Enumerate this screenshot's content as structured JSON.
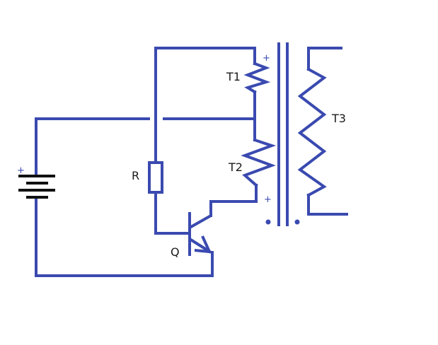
{
  "colors": {
    "stroke": "#3a4ab0",
    "label": "#1a1a1a",
    "background": "#ffffff"
  },
  "labels": {
    "t1": "T1",
    "t2": "T2",
    "t3": "T3",
    "r": "R",
    "q": "Q",
    "battery_plus": "+",
    "t1_plus": "+",
    "t2_plus": "+"
  },
  "icons": {
    "battery": "battery-icon",
    "resistor": "resistor-icon",
    "transistor": "npn-transistor-icon",
    "transformer_core": "transformer-core-icon",
    "coil": "coil-icon",
    "polarity_dot": "polarity-dot-icon"
  }
}
